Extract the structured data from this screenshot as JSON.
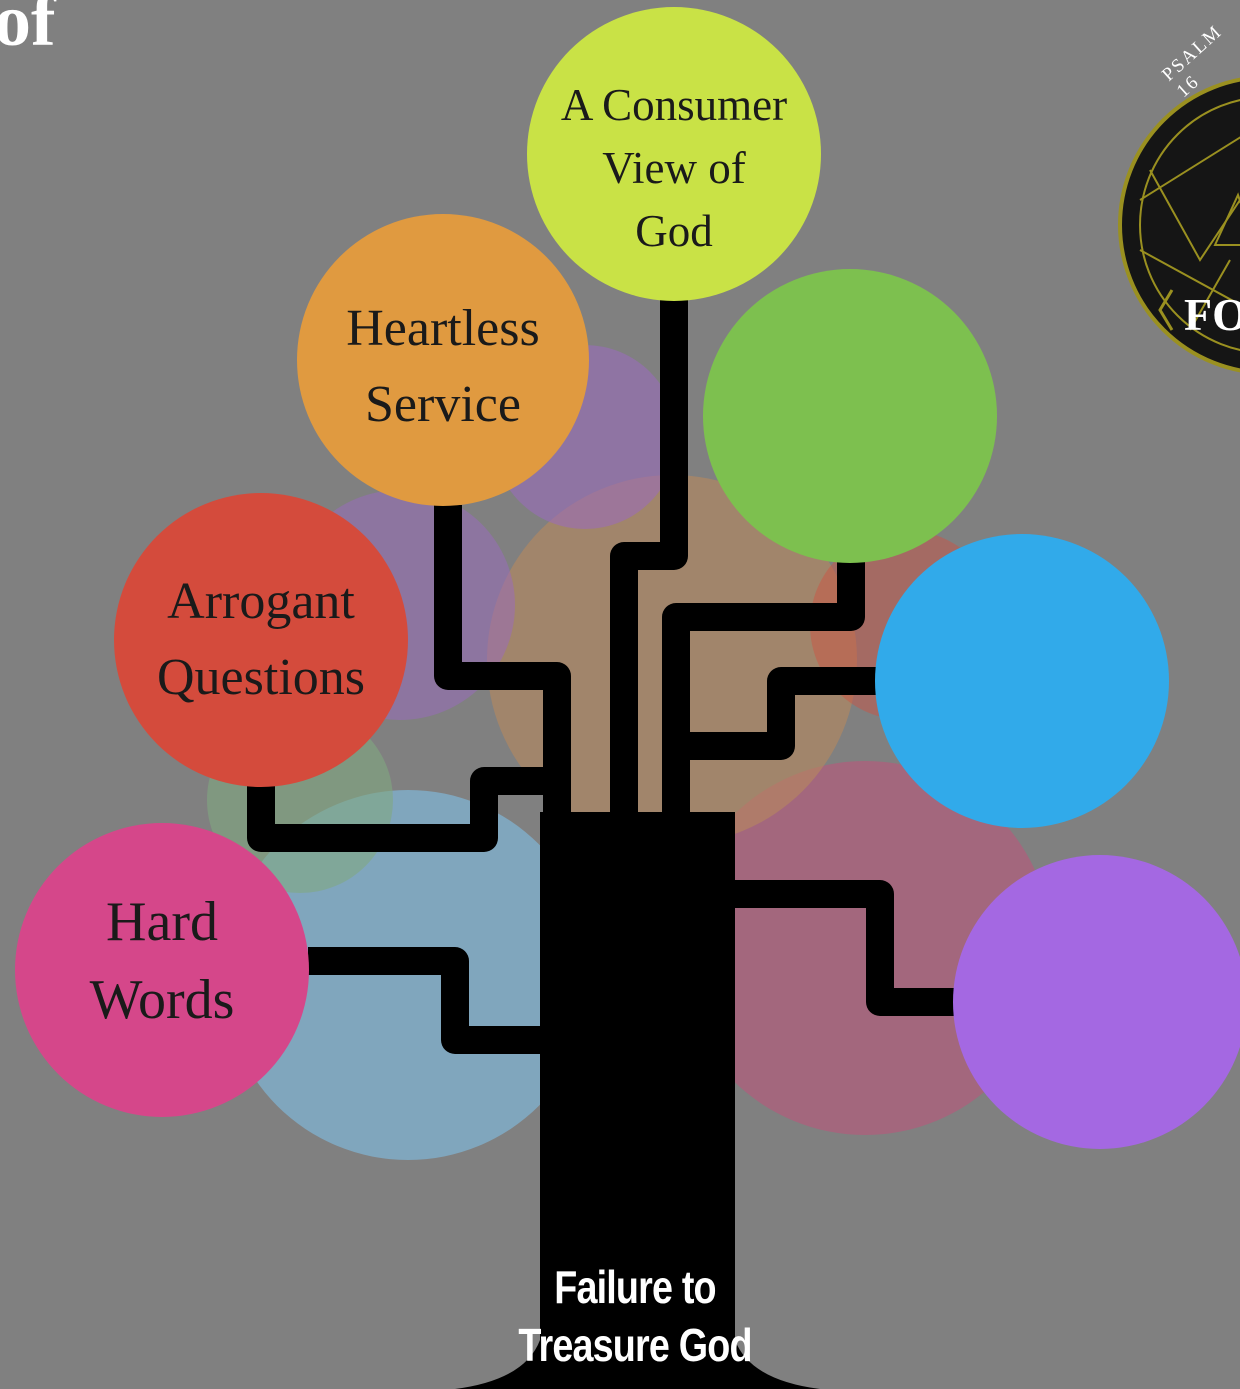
{
  "corner_title_fragment": "of",
  "emblem": {
    "arc_text": "PSALM 16",
    "label_fragment": "FO"
  },
  "trunk": {
    "label": "Failure to\nTreasure God"
  },
  "nodes": {
    "consumer_view": {
      "label": "A Consumer\nView of\nGod",
      "color": "#c9e246"
    },
    "heartless_service": {
      "label": "Heartless\nService",
      "color": "#e09a40"
    },
    "arrogant_questions": {
      "label": "Arrogant\nQuestions",
      "color": "#d44b3c"
    },
    "hard_words": {
      "label": "Hard\nWords",
      "color": "#d5478a"
    },
    "green_empty": {
      "label": "",
      "color": "#7dc04f"
    },
    "blue_empty": {
      "label": "",
      "color": "#31aaea"
    },
    "purple_empty": {
      "label": "",
      "color": "#a468e2"
    }
  },
  "colors": {
    "background": "#808080",
    "branch": "#000000",
    "emblem_ring": "#9a9020"
  }
}
